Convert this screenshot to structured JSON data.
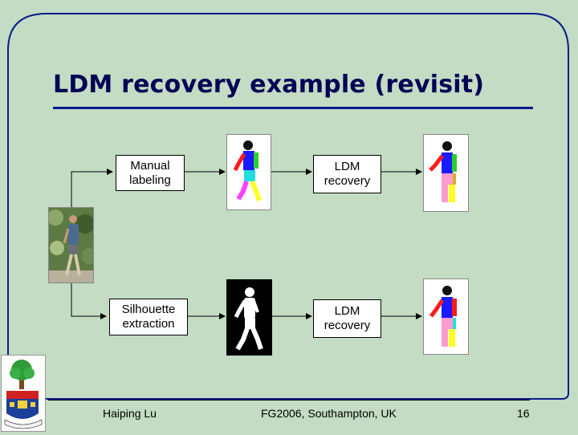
{
  "slide": {
    "title": "LDM recovery example (revisit)",
    "boxes": {
      "manual_labeling": [
        "Manual",
        "labeling"
      ],
      "ldm_recovery_top": [
        "LDM",
        "recovery"
      ],
      "silhouette_extraction": [
        "Silhouette",
        "extraction"
      ],
      "ldm_recovery_bottom": [
        "LDM",
        "recovery"
      ]
    },
    "footer": {
      "author": "Haiping Lu",
      "venue": "FG2006, Southampton, UK",
      "page": "16"
    }
  },
  "colors": {
    "background": "#c3dcc3",
    "title": "#000055",
    "title_rule": "#0a1c8c",
    "frame": "#0a1c8c"
  },
  "icons": [
    "university-crest-icon",
    "walking-person-photo",
    "labeled-body-parts-figure",
    "silhouette-figure"
  ]
}
